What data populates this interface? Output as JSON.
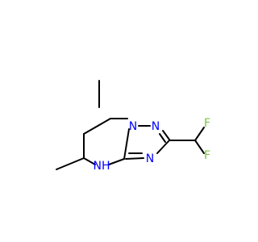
{
  "molecule": {
    "atoms": [
      {
        "id": "n_bridge",
        "element": "N",
        "label": "N",
        "color": "#0000ff"
      },
      {
        "id": "n_triazole_2",
        "element": "N",
        "label": "N",
        "color": "#0000ff"
      },
      {
        "id": "n_triazole_4",
        "element": "N",
        "label": "N",
        "color": "#0000ff"
      },
      {
        "id": "nh",
        "element": "N",
        "label": "NH",
        "color": "#0000ff"
      },
      {
        "id": "f_top",
        "element": "F",
        "label": "F",
        "color": "#7fbf3f"
      },
      {
        "id": "f_bottom",
        "element": "F",
        "label": "F",
        "color": "#7fbf3f"
      }
    ],
    "colors": {
      "bond": "#000000",
      "nitrogen": "#0000ff",
      "fluorine": "#7fbf3f",
      "background": "#ffffff"
    }
  }
}
